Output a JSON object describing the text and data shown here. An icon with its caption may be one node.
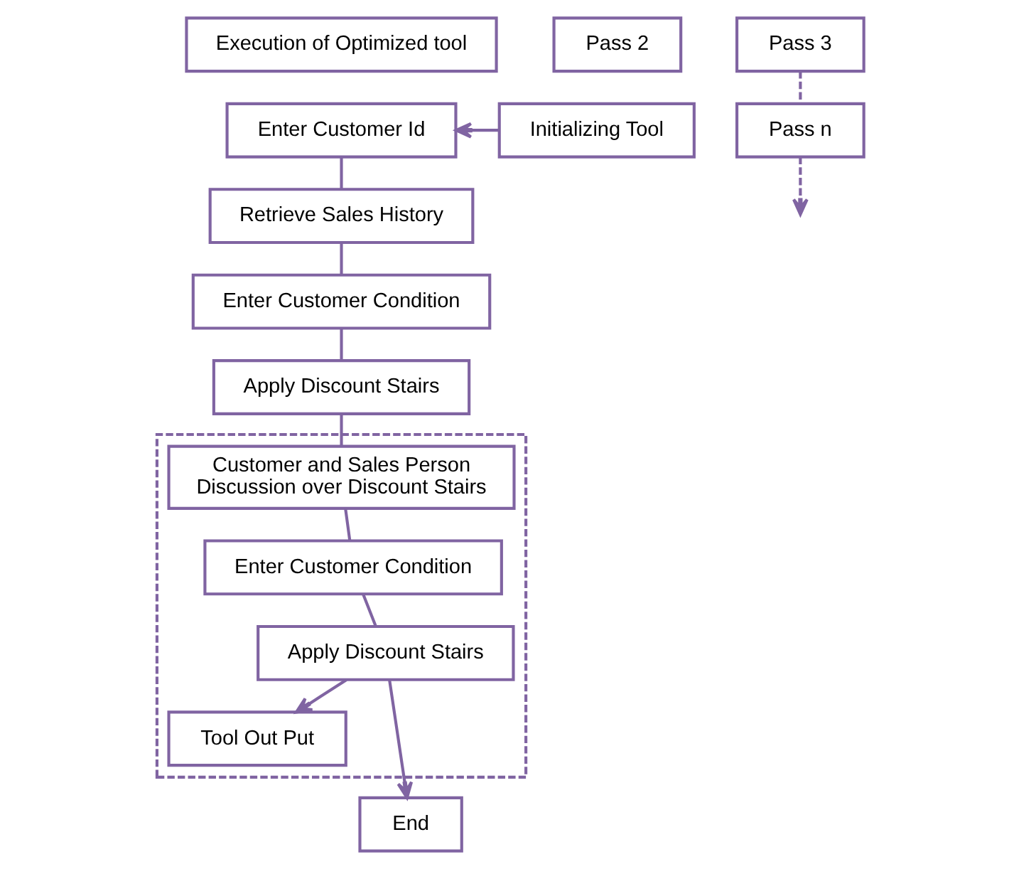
{
  "diagram": {
    "nodes": [
      {
        "text": [
          "Execution of Optimized tool"
        ]
      },
      {
        "text": [
          "Initializing Tool"
        ]
      },
      {
        "text": [
          "Enter Customer Id"
        ]
      },
      {
        "text": [
          "Retrieve Sales History"
        ]
      },
      {
        "text": [
          "Enter Customer Condition"
        ]
      },
      {
        "text": [
          "Apply Discount Stairs"
        ]
      },
      {
        "text": [],
        "shape": "box"
      },
      {
        "text": [
          "Customer and Sales Person Discussion over Discount Stairs"
        ],
        "in": 6
      },
      {
        "text": [
          "Enter Customer Condition"
        ],
        "in": 6
      },
      {
        "text": [
          "Apply Discount Stairs"
        ],
        "in": 6
      },
      {
        "text": [
          "Tool Out Put"
        ],
        "in": 6
      },
      {
        "text": [
          "End"
        ]
      },
      {
        "text": [
          "Pass 2"
        ]
      },
      {
        "text": [
          "Pass 3"
        ]
      },
      {
        "text": [
          "Pass n"
        ]
      }
    ],
    "edges": [
      {
        "from": 1,
        "to": 2,
        "arrow": "to"
      },
      {
        "from": 2,
        "to": 3,
        "arrow": "none"
      },
      {
        "from": 3,
        "to": 4,
        "arrow": "none"
      },
      {
        "from": 4,
        "to": 5,
        "arrow": "none"
      },
      {
        "from": 5,
        "to": 7,
        "arrow": "none"
      },
      {
        "from": 7,
        "to": 8,
        "arrow": "none"
      },
      {
        "from": 8,
        "to": 9,
        "arrow": "none"
      },
      {
        "from": 9,
        "to": 10,
        "arrow": "to"
      },
      {
        "from": 9,
        "to": 11,
        "arrow": "to"
      },
      {
        "from": 13,
        "to": 14,
        "arrow": "none",
        "style": "dashed"
      },
      {
        "from": 14,
        "to": null,
        "arrow": "to",
        "style": "dashed"
      }
    ]
  }
}
